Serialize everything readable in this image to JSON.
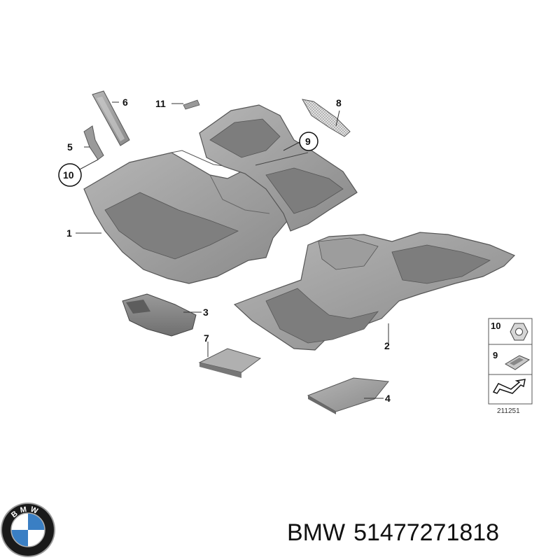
{
  "diagram": {
    "callouts": [
      "1",
      "2",
      "3",
      "4",
      "5",
      "6",
      "7",
      "8",
      "9",
      "10",
      "11"
    ],
    "legend": {
      "items": [
        "10",
        "9"
      ],
      "ref_code": "211251"
    }
  },
  "logo": {
    "text": "BMW",
    "colors": {
      "ring": "#1a1a1a",
      "blue": "#3a7fc4",
      "white": "#ffffff"
    }
  },
  "caption": {
    "brand": "BMW",
    "part_number": "51477271818"
  }
}
